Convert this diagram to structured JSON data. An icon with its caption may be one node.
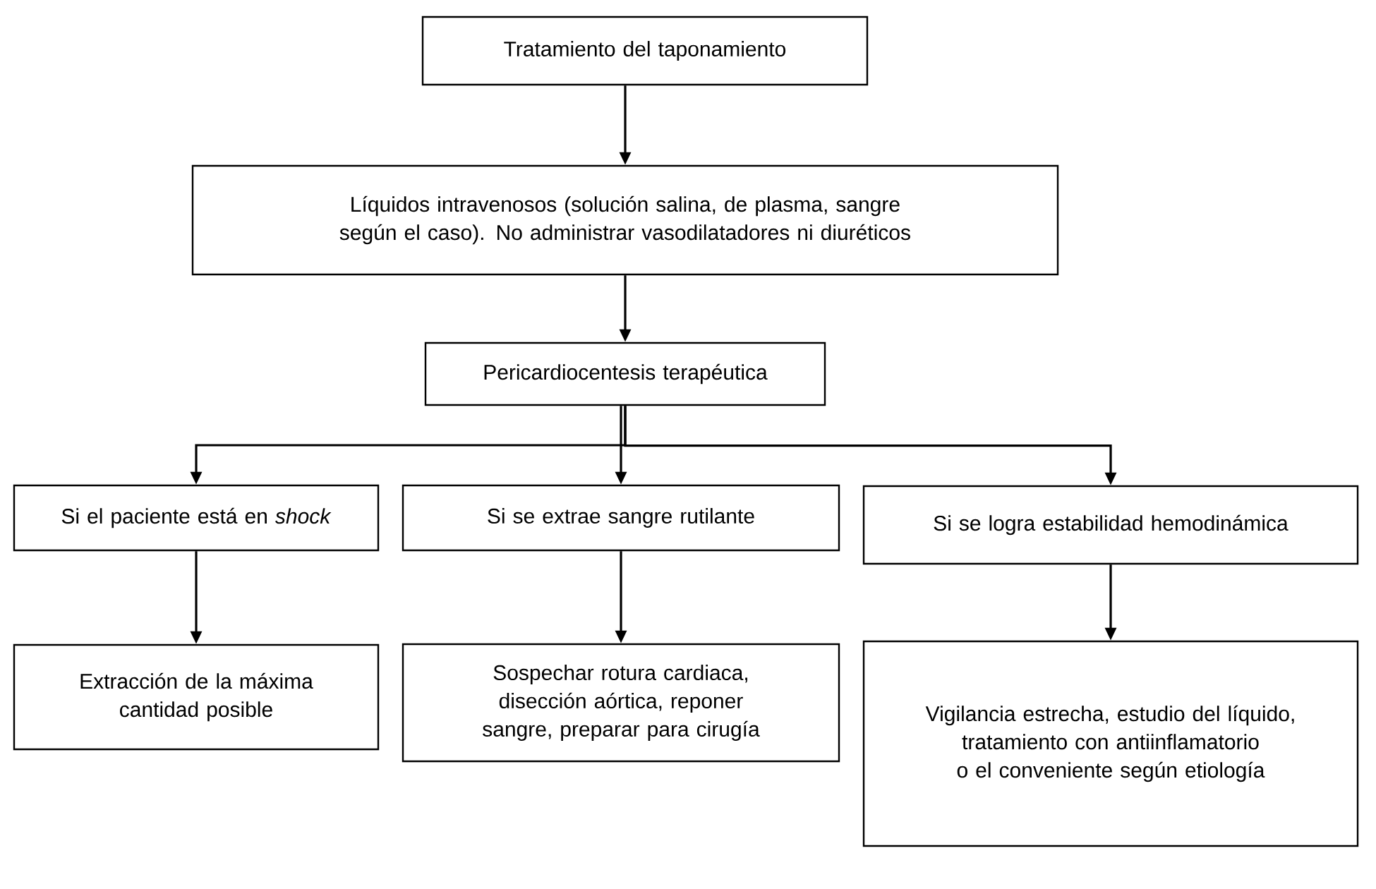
{
  "diagram": {
    "nodes": [
      {
        "text": [
          "Tratamiento del taponamiento"
        ]
      },
      {
        "text": [
          "Líquidos intravenosos (solución salina, de plasma, sangre según el caso). No administrar vasodilatadores ni diuréticos"
        ]
      },
      {
        "text": [
          "Pericardiocentesis terapéutica"
        ]
      },
      {
        "text": [
          "Si el paciente está en *shock*"
        ]
      },
      {
        "text": [
          "Si se extrae sangre rutilante"
        ]
      },
      {
        "text": [
          "Si se logra estabilidad hemodinámica"
        ]
      },
      {
        "text": [
          "Extracción de la máxima cantidad posible"
        ]
      },
      {
        "text": [
          "Sospechar rotura cardiaca, disección aórtica, reponer sangre, preparar para cirugía"
        ]
      },
      {
        "text": [
          "Vigilancia estrecha, estudio del líquido, tratamiento con antiinflamatorio o el conveniente según etiología"
        ]
      }
    ],
    "edges": [
      {
        "from": 0,
        "to": 1,
        "arrow": "to"
      },
      {
        "from": 1,
        "to": 2,
        "arrow": "to"
      },
      {
        "from": 2,
        "to": 3,
        "arrow": "to"
      },
      {
        "from": 2,
        "to": 4,
        "arrow": "to"
      },
      {
        "from": 2,
        "to": 5,
        "arrow": "to"
      },
      {
        "from": 3,
        "to": 6,
        "arrow": "to"
      },
      {
        "from": 4,
        "to": 7,
        "arrow": "to"
      },
      {
        "from": 5,
        "to": 8,
        "arrow": "to"
      }
    ]
  }
}
